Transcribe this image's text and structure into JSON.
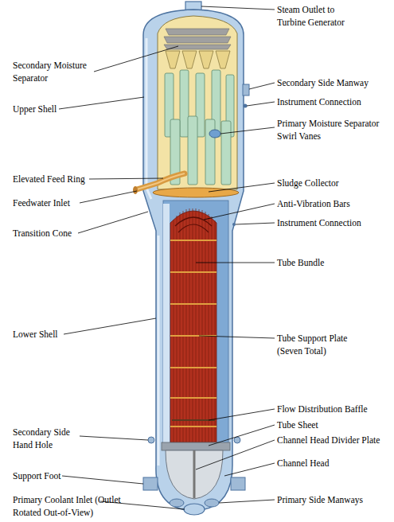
{
  "diagram": {
    "labels": [
      "Steam Outlet to Turbine Generator",
      "Secondary Moisture Separator",
      "Secondary Side Manway",
      "Instrument Connection",
      "Upper Shell",
      "Primary Moisture Separator Swirl Vanes",
      "Elevated Feed Ring",
      "Sludge Collector",
      "Feedwater Inlet",
      "Anti-Vibration Bars",
      "Instrument Connection",
      "Transition Cone",
      "Tube Bundle",
      "Lower Shell",
      "Tube Support Plate (Seven Total)",
      "Flow Distribution Baffle",
      "Tube Sheet",
      "Secondary Side Hand Hole",
      "Channel Head Divider Plate",
      "Channel Head",
      "Support Foot",
      "Primary Coolant Inlet (Outlet Rotated Out-of-View)",
      "Primary Side Manways"
    ]
  }
}
